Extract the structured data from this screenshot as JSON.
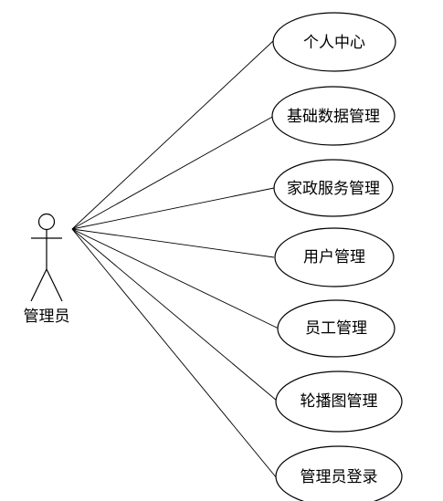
{
  "actor": {
    "label": "管理员"
  },
  "use_cases": [
    {
      "id": "personal-center",
      "label": "个人中心"
    },
    {
      "id": "basic-data-management",
      "label": "基础数据管理"
    },
    {
      "id": "housekeeping-service-management",
      "label": "家政服务管理"
    },
    {
      "id": "user-management",
      "label": "用户管理"
    },
    {
      "id": "employee-management",
      "label": "员工管理"
    },
    {
      "id": "carousel-management",
      "label": "轮播图管理"
    },
    {
      "id": "admin-login",
      "label": "管理员登录"
    }
  ]
}
